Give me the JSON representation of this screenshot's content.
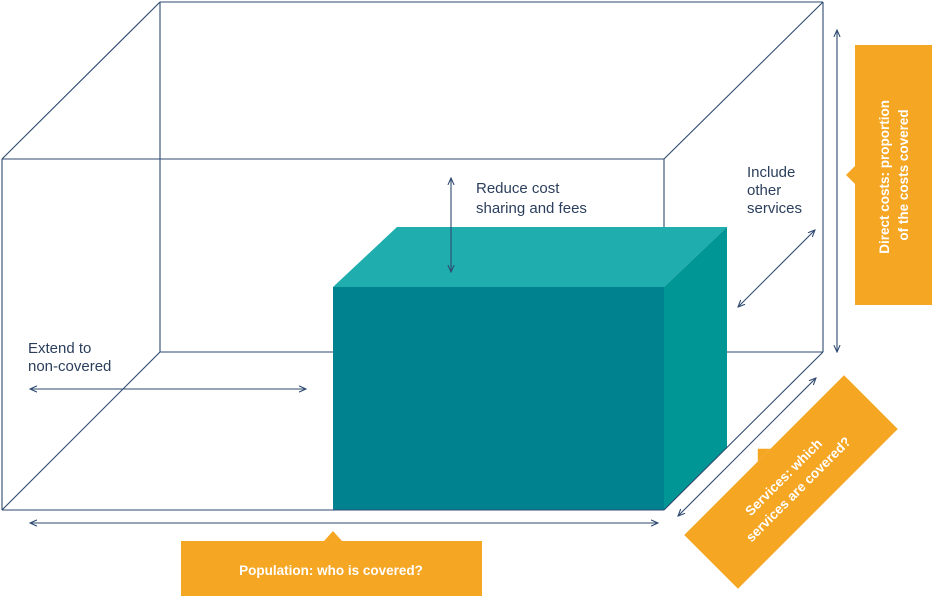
{
  "labels": {
    "reduce_cost": [
      "Reduce cost",
      "sharing and fees"
    ],
    "include_other": [
      "Include",
      "other",
      "services"
    ],
    "extend_to": [
      "Extend to",
      "non-covered"
    ]
  },
  "tags": {
    "population": "Population: who is covered?",
    "direct_costs": [
      "Direct costs: proportion",
      "of the costs covered"
    ],
    "services": [
      "Services: which",
      "services are covered?"
    ]
  },
  "colors": {
    "orange": "#f5a623",
    "teal_front": "#00838f",
    "teal_top": "#1fadad",
    "teal_side": "#009696",
    "line": "#2f4a70"
  }
}
